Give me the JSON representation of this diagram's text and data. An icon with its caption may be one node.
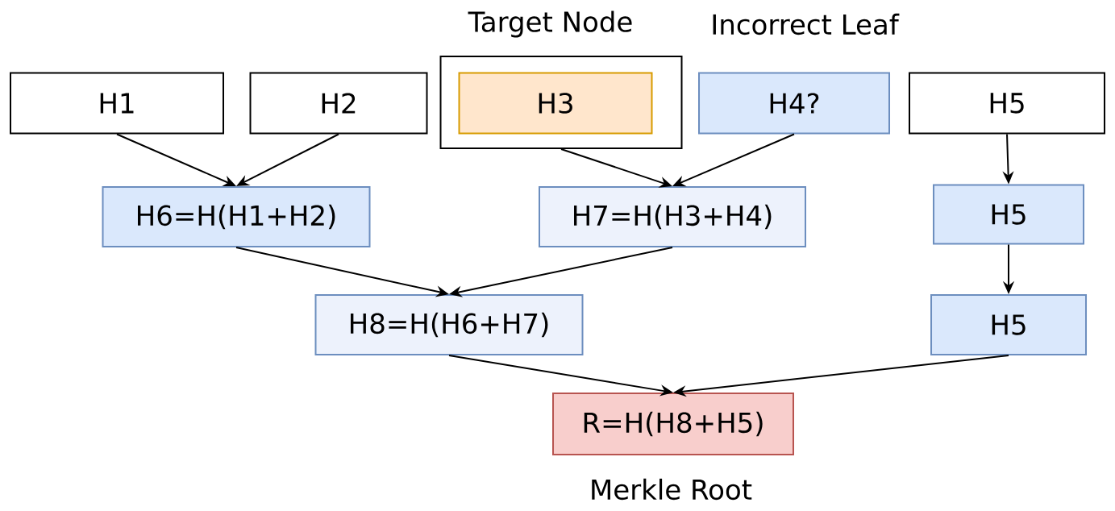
{
  "diagram": {
    "nodes": [
      {
        "text": [
          "H1"
        ]
      },
      {
        "text": [
          "H2"
        ]
      },
      {
        "text": [
          "Target Node"
        ]
      },
      {
        "text": [
          "H3"
        ],
        "in": 2
      },
      {
        "text": [
          "H4?"
        ],
        "beside": [
          "Incorrect Leaf"
        ]
      },
      {
        "text": [
          "H5"
        ]
      },
      {
        "text": [
          "H6=H(H1+H2)"
        ]
      },
      {
        "text": [
          "H7=H(H3+H4)"
        ]
      },
      {
        "text": [
          "H5"
        ]
      },
      {
        "text": [
          "H8=H(H6+H7)"
        ]
      },
      {
        "text": [
          "H5"
        ]
      },
      {
        "text": [
          "R=H(H8+H5)"
        ],
        "beside": [
          "Merkle Root"
        ]
      }
    ],
    "edges": [
      {
        "from": 0,
        "to": 6,
        "arrow": "to"
      },
      {
        "from": 1,
        "to": 6,
        "arrow": "to"
      },
      {
        "from": 2,
        "to": 7,
        "arrow": "to"
      },
      {
        "from": 4,
        "to": 7,
        "arrow": "to"
      },
      {
        "from": 5,
        "to": 8,
        "arrow": "to"
      },
      {
        "from": 6,
        "to": 9,
        "arrow": "to"
      },
      {
        "from": 7,
        "to": 9,
        "arrow": "to"
      },
      {
        "from": 8,
        "to": 10,
        "arrow": "to"
      },
      {
        "from": 9,
        "to": 11,
        "arrow": "to"
      },
      {
        "from": 10,
        "to": 11,
        "arrow": "to"
      }
    ]
  }
}
